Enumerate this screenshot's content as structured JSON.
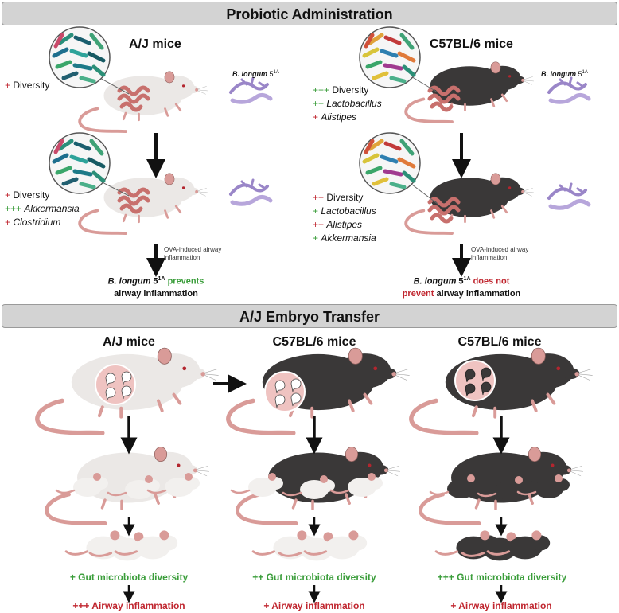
{
  "banners": {
    "probiotic": "Probiotic Administration",
    "embryo": "A/J Embryo Transfer"
  },
  "strains": {
    "aj": "A/J mice",
    "c57": "C57BL/6 mice"
  },
  "probiotic_label": {
    "name": "B. longum",
    "num": "5",
    "sup": "1A"
  },
  "ova_label": {
    "line1": "OVA-induced airway",
    "line2": "inflammation"
  },
  "aj_top_annotations": [
    {
      "sign": "+",
      "name": "Diversity",
      "italic": false
    }
  ],
  "aj_mid_annotations": [
    {
      "sign": "+",
      "name": "Diversity",
      "italic": false
    },
    {
      "sign": "+++",
      "name": "Akkermansia",
      "italic": true
    },
    {
      "sign": "+",
      "name": "Clostridium",
      "italic": true
    }
  ],
  "c57_top_annotations": [
    {
      "sign": "+++",
      "name": "Diversity",
      "italic": false
    },
    {
      "sign": "++",
      "name": "Lactobacillus",
      "italic": true
    },
    {
      "sign": "+",
      "name": "Alistipes",
      "italic": true
    }
  ],
  "c57_mid_annotations": [
    {
      "sign": "++",
      "name": "Diversity",
      "italic": false
    },
    {
      "sign": "+",
      "name": "Lactobacillus",
      "italic": true
    },
    {
      "sign": "++",
      "name": "Alistipes",
      "italic": true
    },
    {
      "sign": "+",
      "name": "Akkermansia",
      "italic": true
    }
  ],
  "aj_conclusion": {
    "verb": "prevents",
    "line2": "airway inflammation"
  },
  "c57_conclusion": {
    "verb1": "does not",
    "verb2": "prevent",
    "rest": "airway inflammation"
  },
  "embryo_columns": [
    {
      "title": "A/J mice",
      "diversity": "+ Gut microbiota diversity",
      "inflammation": "+++ Airway inflammation"
    },
    {
      "title": "C57BL/6 mice",
      "diversity": "++ Gut microbiota diversity",
      "inflammation": "+ Airway inflammation"
    },
    {
      "title": "C57BL/6 mice",
      "diversity": "+++ Gut microbiota diversity",
      "inflammation": "+ Airway inflammation"
    }
  ],
  "colors": {
    "increase_red": "#c0262f",
    "increase_green": "#3a9d3a",
    "white_mouse": "#ebe8e6",
    "black_mouse": "#3a3838",
    "pink": "#e0a4a2",
    "banner": "#d3d3d3"
  }
}
